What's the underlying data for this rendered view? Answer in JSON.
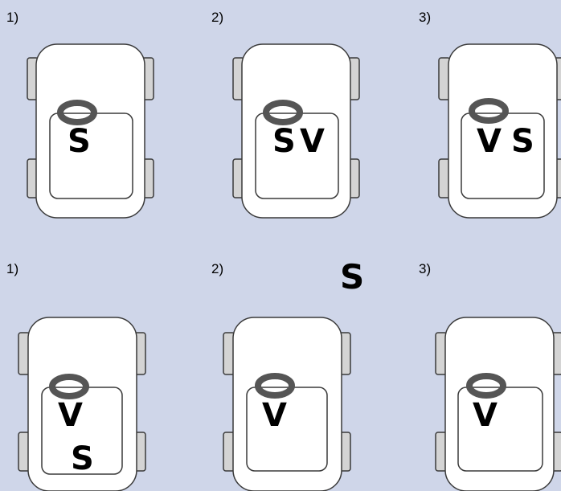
{
  "colors": {
    "background": "#cfd6e9",
    "car_body": "#ffffff",
    "outline": "#3a3a3a",
    "wheel": "#d4d4d4",
    "ring": "#555555"
  },
  "top_row": {
    "panels": [
      {
        "number": "1)",
        "letters": [
          "S"
        ]
      },
      {
        "number": "2)",
        "letters": [
          "S",
          "V"
        ]
      },
      {
        "number": "3)",
        "letters": [
          "V",
          "S"
        ]
      }
    ]
  },
  "bottom_row": {
    "panels": [
      {
        "number": "1)",
        "letters": [
          "V",
          "S"
        ]
      },
      {
        "number": "2)",
        "letters": [
          "V"
        ],
        "outside_letter": "S"
      },
      {
        "number": "3)",
        "letters": [
          "V"
        ]
      }
    ]
  }
}
